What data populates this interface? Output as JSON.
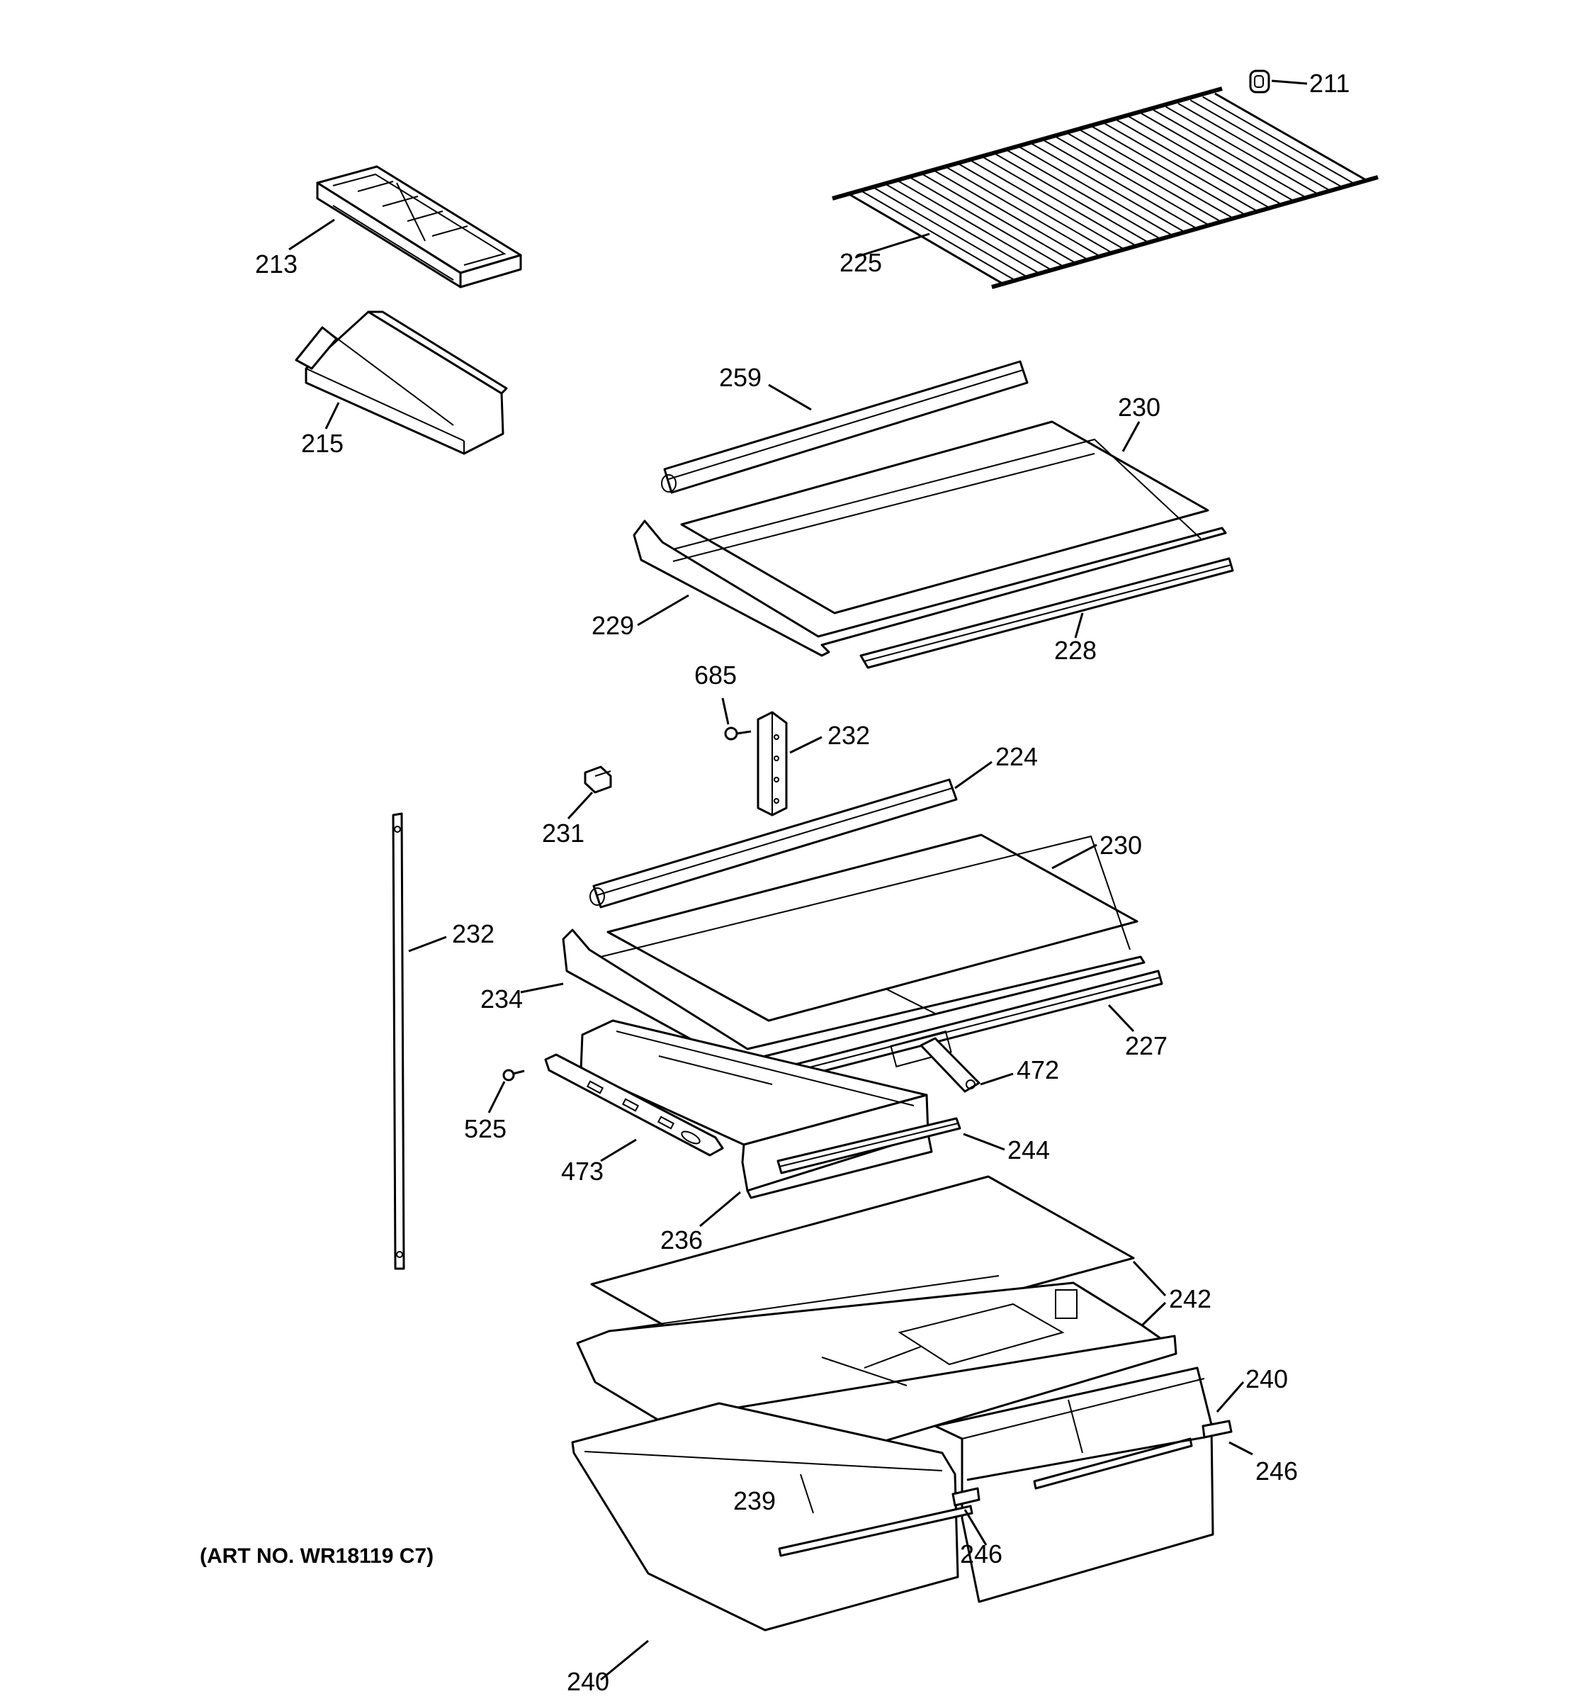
{
  "diagram": {
    "art_number": "(ART NO. WR18119 C7)",
    "callouts": {
      "c211": "211",
      "c213": "213",
      "c225": "225",
      "c215": "215",
      "c259": "259",
      "c230a": "230",
      "c229": "229",
      "c228": "228",
      "c685": "685",
      "c232a": "232",
      "c224": "224",
      "c231": "231",
      "c230b": "230",
      "c232b": "232",
      "c234": "234",
      "c227": "227",
      "c472": "472",
      "c525": "525",
      "c473": "473",
      "c244": "244",
      "c236": "236",
      "c242": "242",
      "c240a": "240",
      "c246a": "246",
      "c239": "239",
      "c246b": "246",
      "c240b": "240"
    }
  }
}
